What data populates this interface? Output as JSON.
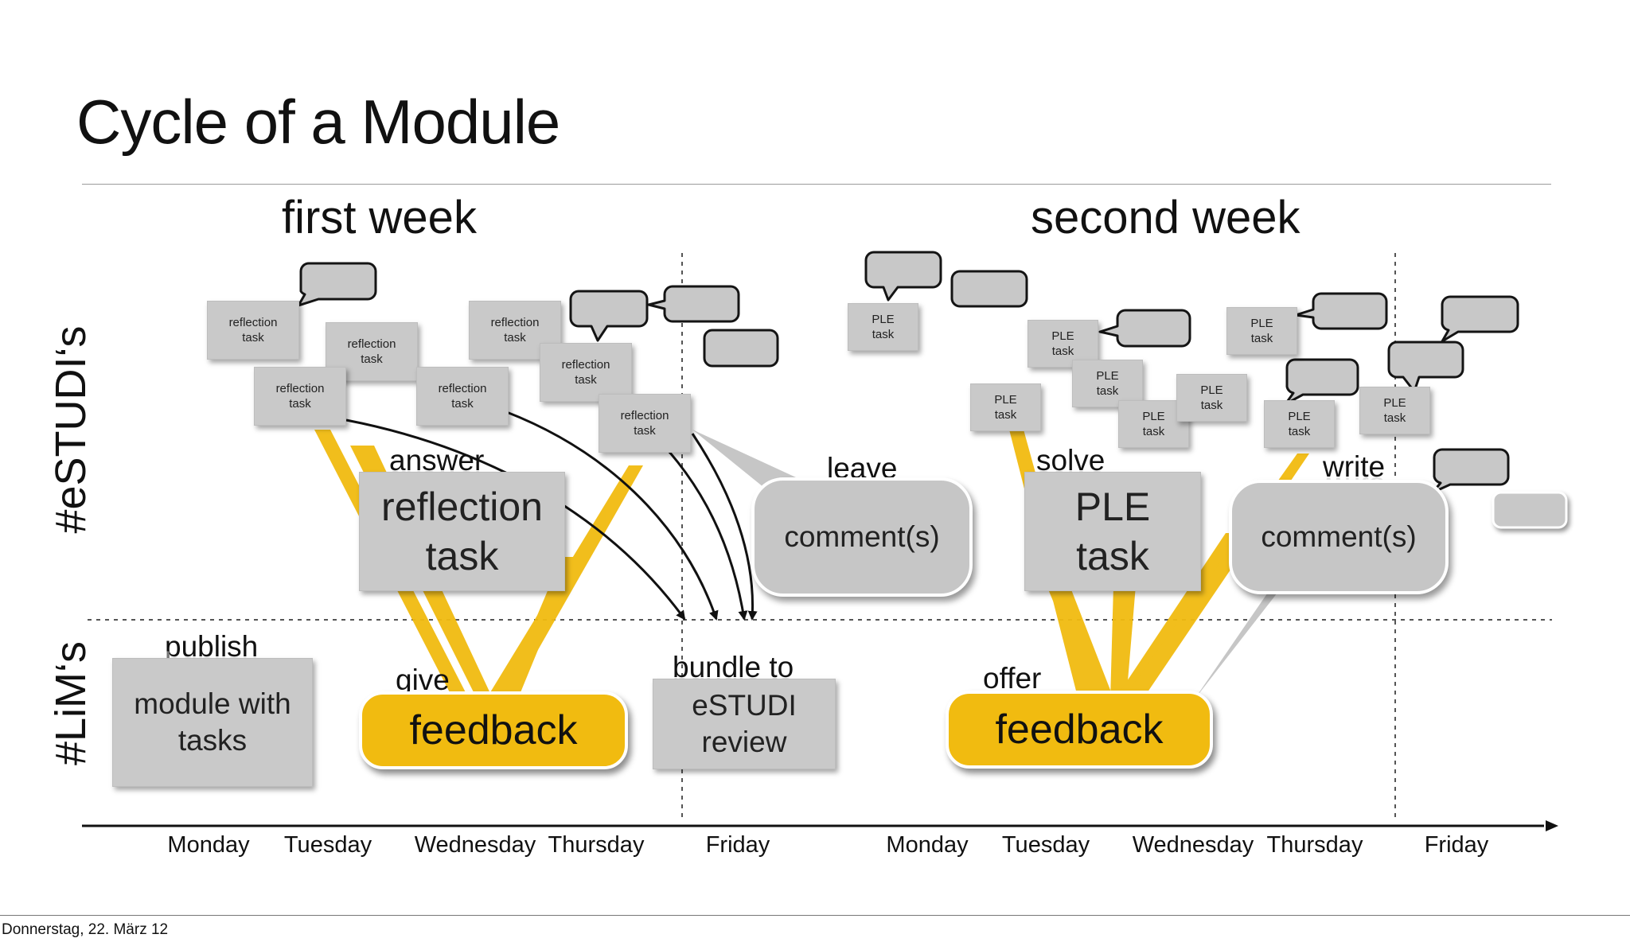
{
  "slide": {
    "title": "Cycle of a Module",
    "week1": "first week",
    "week2": "second week",
    "row_top": "#eSTUDI‘s",
    "row_bottom": "#LiM‘s",
    "footer": "Donnerstag, 22. März 12"
  },
  "small_notes": {
    "reflection": [
      "reflection",
      "task"
    ],
    "ple": [
      "PLE",
      "task"
    ]
  },
  "steps": {
    "answer": "answer",
    "reflection_task": [
      "reflection",
      "task"
    ],
    "leave": "leave",
    "comments1": "comment(s)",
    "solve": "solve",
    "ple_task": [
      "PLE",
      "task"
    ],
    "write": "write",
    "comments2": "comment(s)",
    "publish": "publish",
    "module_with_tasks": [
      "module with",
      "tasks"
    ],
    "give": "give",
    "feedback1": "feedback",
    "bundle_to": "bundle to",
    "estudi_review": [
      "eSTUDI",
      "review"
    ],
    "offer": "offer",
    "feedback2": "feedback"
  },
  "days": [
    "Monday",
    "Tuesday",
    "Wednesday",
    "Thursday",
    "Friday",
    "Monday",
    "Tuesday",
    "Wednesday",
    "Thursday",
    "Friday"
  ],
  "colors": {
    "accent_yellow": "#f1bb10",
    "paper_gray": "#c9c9c9",
    "axis": "#111111"
  }
}
